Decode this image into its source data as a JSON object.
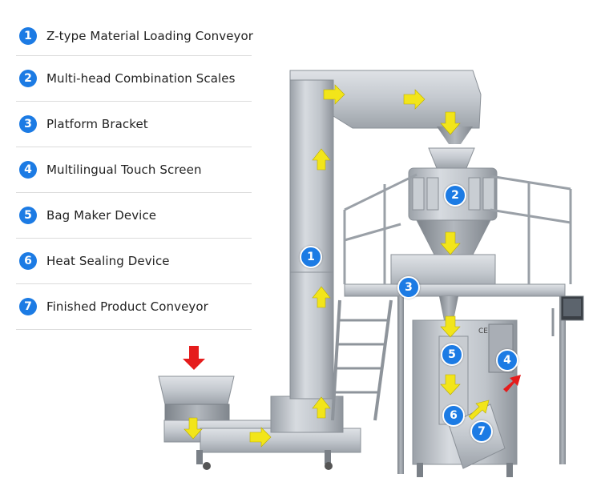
{
  "legend": {
    "items": [
      {
        "number": "1",
        "label": "Z-type Material Loading Conveyor"
      },
      {
        "number": "2",
        "label": "Multi-head Combination Scales"
      },
      {
        "number": "3",
        "label": "Platform Bracket"
      },
      {
        "number": "4",
        "label": "Multilingual Touch Screen"
      },
      {
        "number": "5",
        "label": "Bag Maker Device"
      },
      {
        "number": "6",
        "label": "Heat Sealing Device"
      },
      {
        "number": "7",
        "label": "Finished Product Conveyor"
      }
    ]
  },
  "callouts": [
    "1",
    "2",
    "3",
    "4",
    "5",
    "6",
    "7"
  ],
  "colors": {
    "badge": "#1c7be4",
    "flow_arrow": "#f2e51a",
    "input_arrow": "#e51c1c",
    "steel": "#b9bec4"
  },
  "machine_text": {
    "ce_mark": "CE"
  }
}
